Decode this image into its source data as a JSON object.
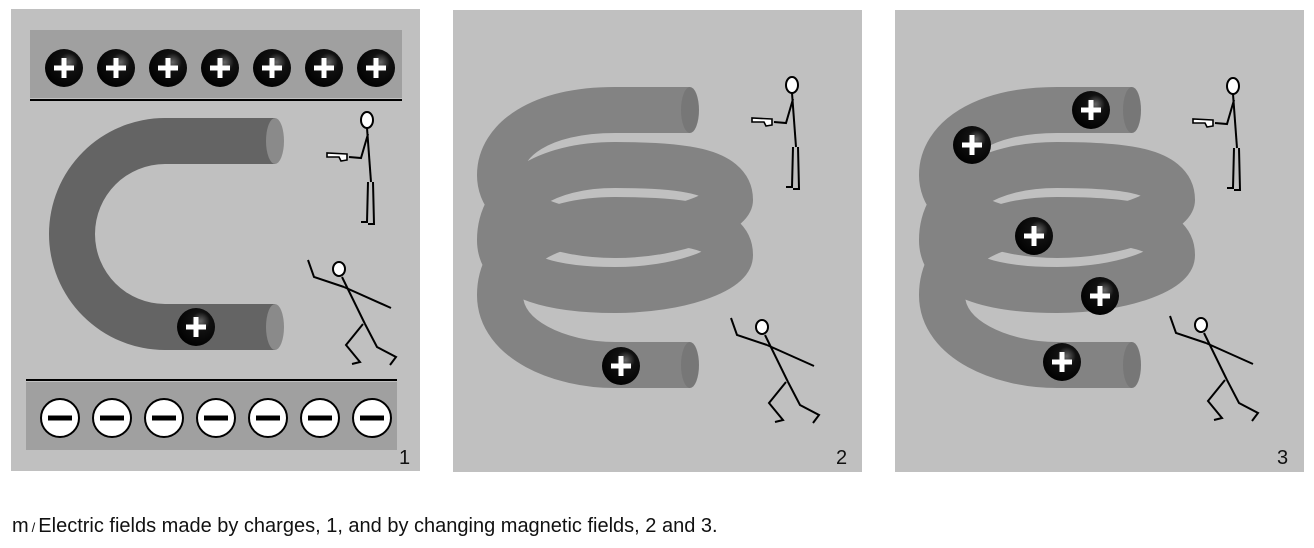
{
  "figure": {
    "panels": [
      {
        "label": "1",
        "plus_sign": "+",
        "minus_sign": "−"
      },
      {
        "label": "2"
      },
      {
        "label": "3"
      }
    ],
    "caption": {
      "letter": "m",
      "separator": "/",
      "text": "Electric fields made by charges, 1, and by changing magnetic fields, 2 and 3."
    }
  },
  "colors": {
    "panel_bg": "#c0c0c0",
    "plate": "#a0a0a0",
    "tube": "#646464",
    "charge_positive": "#000000",
    "charge_negative": "#ffffff"
  }
}
